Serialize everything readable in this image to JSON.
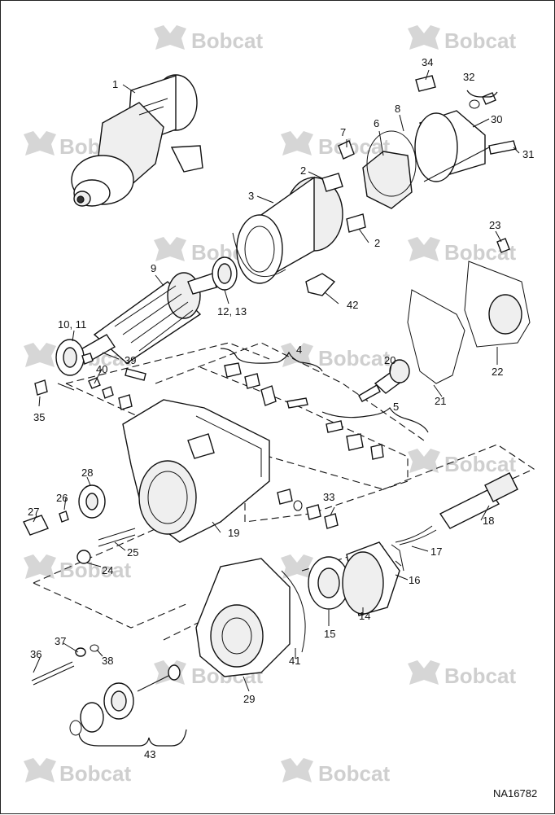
{
  "watermark": {
    "brand": "Bobcat"
  },
  "figure_id": "NA16782",
  "callouts": {
    "c1": "1",
    "c2a": "2",
    "c2b": "2",
    "c3": "3",
    "c4": "4",
    "c5": "5",
    "c6": "6",
    "c7": "7",
    "c8": "8",
    "c9": "9",
    "c10_11": "10, 11",
    "c12_13": "12, 13",
    "c14": "14",
    "c15": "15",
    "c16": "16",
    "c17": "17",
    "c18": "18",
    "c19": "19",
    "c20": "20",
    "c21": "21",
    "c22": "22",
    "c23": "23",
    "c24": "24",
    "c25": "25",
    "c26": "26",
    "c27": "27",
    "c28": "28",
    "c29": "29",
    "c30": "30",
    "c31": "31",
    "c32": "32",
    "c33": "33",
    "c34": "34",
    "c35": "35",
    "c36": "36",
    "c37": "37",
    "c38": "38",
    "c39": "39",
    "c40": "40",
    "c41": "41",
    "c42": "42",
    "c43": "43"
  }
}
